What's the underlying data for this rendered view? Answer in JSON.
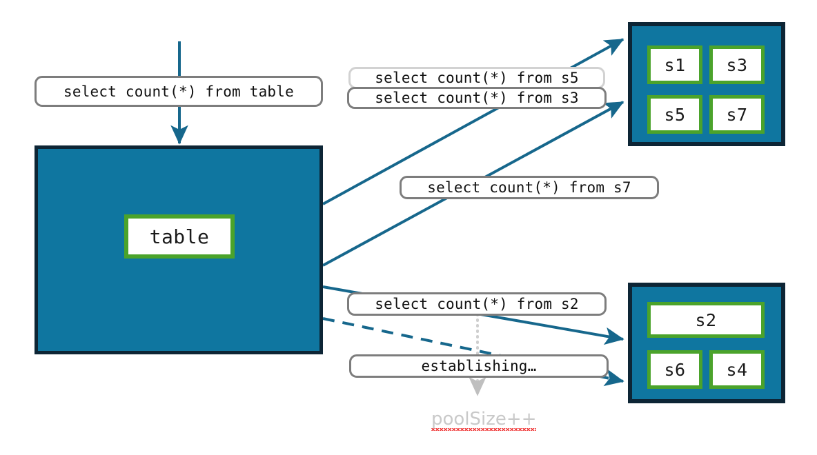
{
  "diagram": {
    "title": "connection pool query routing diagram",
    "colors": {
      "group_fill": "#0f76a0",
      "group_border": "#0d2535",
      "node_border": "#4ba32b",
      "node_fill": "#ffffff",
      "arrow": "#16678c",
      "pill_border": "#7d7d7d",
      "pill_border_faded": "#d2d2d2",
      "ghost_text": "#c9c9c9",
      "spellcheck_underline": "#f03c3c",
      "background": "#ffffff"
    },
    "source": {
      "incoming_query_label": "select count(*) from table",
      "table_label": "table"
    },
    "pool_top": {
      "nodes": [
        "s1",
        "s3",
        "s5",
        "s7"
      ]
    },
    "pool_bottom": {
      "nodes": [
        "s2",
        "s6",
        "s4"
      ]
    },
    "queries": [
      {
        "id": "q-s5",
        "label": "select count(*) from s5",
        "state": "faded"
      },
      {
        "id": "q-s3",
        "label": "select count(*) from s3",
        "state": "active"
      },
      {
        "id": "q-s7",
        "label": "select count(*) from s7",
        "state": "active"
      },
      {
        "id": "q-s2",
        "label": "select count(*) from s2",
        "state": "active"
      }
    ],
    "status": {
      "establishing_label": "establishing…",
      "pool_size_label": "poolSize++"
    }
  }
}
